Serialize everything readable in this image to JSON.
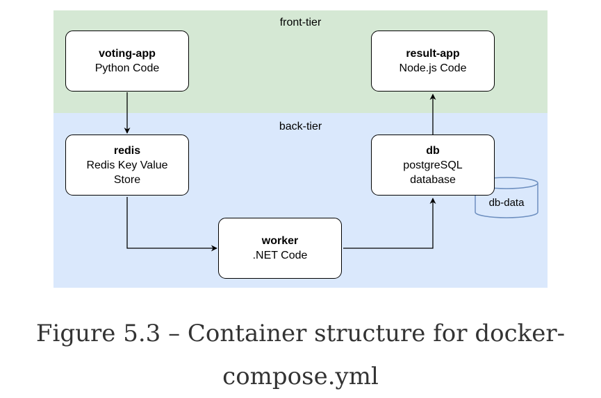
{
  "tiers": {
    "front": {
      "label": "front-tier"
    },
    "back": {
      "label": "back-tier"
    }
  },
  "nodes": {
    "voting_app": {
      "title": "voting-app",
      "subtitle": "Python Code"
    },
    "result_app": {
      "title": "result-app",
      "subtitle": "Node.js Code"
    },
    "redis": {
      "title": "redis",
      "subtitle": "Redis Key Value\nStore"
    },
    "db": {
      "title": "db",
      "subtitle": "postgreSQL\ndatabase"
    },
    "worker": {
      "title": "worker",
      "subtitle": ".NET Code"
    }
  },
  "volume": {
    "label": "db-data"
  },
  "edges": [
    {
      "from": "voting-app",
      "to": "redis"
    },
    {
      "from": "redis",
      "to": "worker"
    },
    {
      "from": "worker",
      "to": "db"
    },
    {
      "from": "db",
      "to": "result-app"
    }
  ],
  "caption": {
    "line1": "Figure 5.3 – Container structure for docker-",
    "line2": "compose.yml"
  },
  "colors": {
    "front_tier_fill": "#d5e8d4",
    "front_tier_stroke": "#82b366",
    "back_tier_fill": "#dae8fc",
    "volume_fill": "#dae8fc",
    "volume_stroke": "#6c8ebf",
    "caption_text": "#333333"
  }
}
